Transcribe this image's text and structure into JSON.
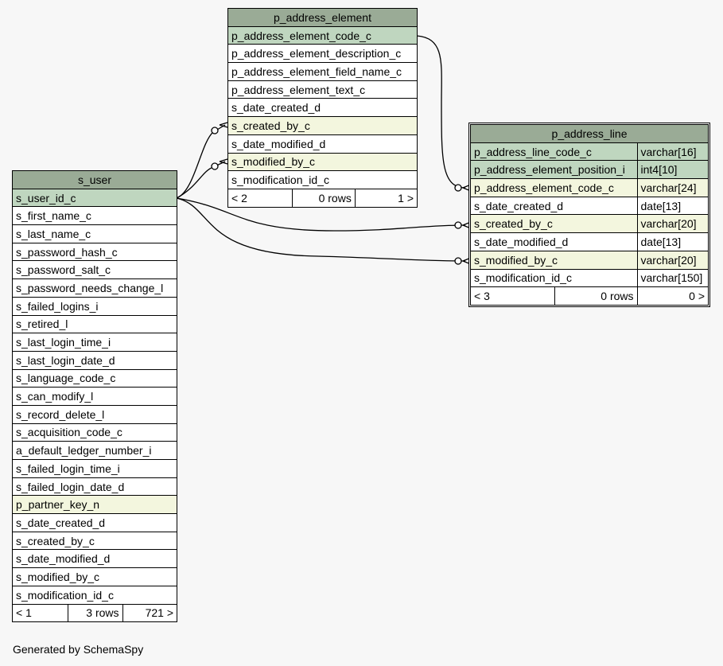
{
  "tables": {
    "p_address_element": {
      "name": "p_address_element",
      "rows": [
        {
          "name": "p_address_element_code_c",
          "kind": "pk"
        },
        {
          "name": "p_address_element_description_c",
          "kind": ""
        },
        {
          "name": "p_address_element_field_name_c",
          "kind": ""
        },
        {
          "name": "p_address_element_text_c",
          "kind": ""
        },
        {
          "name": "s_date_created_d",
          "kind": ""
        },
        {
          "name": "s_created_by_c",
          "kind": "fk"
        },
        {
          "name": "s_date_modified_d",
          "kind": ""
        },
        {
          "name": "s_modified_by_c",
          "kind": "fk"
        },
        {
          "name": "s_modification_id_c",
          "kind": ""
        }
      ],
      "footer": {
        "parents": "< 2",
        "rows": "0 rows",
        "children": "1 >"
      }
    },
    "p_address_line": {
      "name": "p_address_line",
      "rows": [
        {
          "name": "p_address_line_code_c",
          "type": "varchar[16]",
          "kind": "pk"
        },
        {
          "name": "p_address_element_position_i",
          "type": "int4[10]",
          "kind": "pk"
        },
        {
          "name": "p_address_element_code_c",
          "type": "varchar[24]",
          "kind": "fk"
        },
        {
          "name": "s_date_created_d",
          "type": "date[13]",
          "kind": ""
        },
        {
          "name": "s_created_by_c",
          "type": "varchar[20]",
          "kind": "fk"
        },
        {
          "name": "s_date_modified_d",
          "type": "date[13]",
          "kind": ""
        },
        {
          "name": "s_modified_by_c",
          "type": "varchar[20]",
          "kind": "fk"
        },
        {
          "name": "s_modification_id_c",
          "type": "varchar[150]",
          "kind": ""
        }
      ],
      "footer": {
        "parents": "< 3",
        "rows": "0 rows",
        "children": "0 >"
      }
    },
    "s_user": {
      "name": "s_user",
      "rows": [
        {
          "name": "s_user_id_c",
          "kind": "pk"
        },
        {
          "name": "s_first_name_c",
          "kind": ""
        },
        {
          "name": "s_last_name_c",
          "kind": ""
        },
        {
          "name": "s_password_hash_c",
          "kind": ""
        },
        {
          "name": "s_password_salt_c",
          "kind": ""
        },
        {
          "name": "s_password_needs_change_l",
          "kind": ""
        },
        {
          "name": "s_failed_logins_i",
          "kind": ""
        },
        {
          "name": "s_retired_l",
          "kind": ""
        },
        {
          "name": "s_last_login_time_i",
          "kind": ""
        },
        {
          "name": "s_last_login_date_d",
          "kind": ""
        },
        {
          "name": "s_language_code_c",
          "kind": ""
        },
        {
          "name": "s_can_modify_l",
          "kind": ""
        },
        {
          "name": "s_record_delete_l",
          "kind": ""
        },
        {
          "name": "s_acquisition_code_c",
          "kind": ""
        },
        {
          "name": "a_default_ledger_number_i",
          "kind": ""
        },
        {
          "name": "s_failed_login_time_i",
          "kind": ""
        },
        {
          "name": "s_failed_login_date_d",
          "kind": ""
        },
        {
          "name": "p_partner_key_n",
          "kind": "fk"
        },
        {
          "name": "s_date_created_d",
          "kind": ""
        },
        {
          "name": "s_created_by_c",
          "kind": ""
        },
        {
          "name": "s_date_modified_d",
          "kind": ""
        },
        {
          "name": "s_modified_by_c",
          "kind": ""
        },
        {
          "name": "s_modification_id_c",
          "kind": ""
        }
      ],
      "footer": {
        "parents": "< 1",
        "rows": "3 rows",
        "children": "721 >"
      }
    }
  },
  "generated_by": "Generated by SchemaSpy",
  "colors": {
    "header": "#9aab96",
    "primary_key": "#bfd6bf",
    "foreign_key": "#f3f6de",
    "background": "#f7f7f7"
  }
}
